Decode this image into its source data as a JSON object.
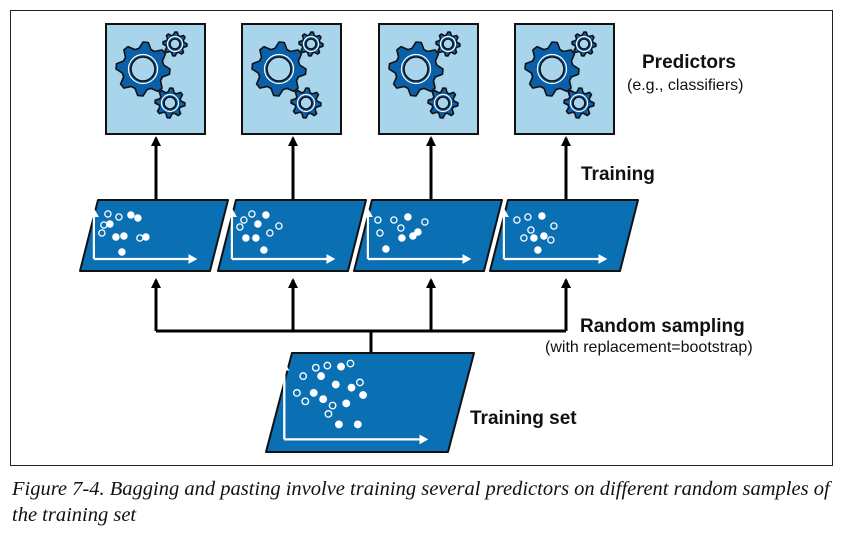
{
  "labels": {
    "predictors_title": "Predictors",
    "predictors_sub": "(e.g., classifiers)",
    "training": "Training",
    "random_sampling": "Random sampling",
    "random_sampling_sub": "(with replacement=bootstrap)",
    "training_set": "Training set"
  },
  "caption": {
    "prefix": "Figure 7-4.",
    "text": "Bagging and pasting involve training several predictors on different random samples of the training set"
  },
  "colors": {
    "predictor_fill": "#a9d5ec",
    "gear_fill": "#0a5fa8",
    "panel_fill": "#0a6fb3",
    "outline": "#111111",
    "arrow": "#000000"
  },
  "icons": {
    "predictor": "gears-icon",
    "dataset": "scatter-plot-icon"
  }
}
